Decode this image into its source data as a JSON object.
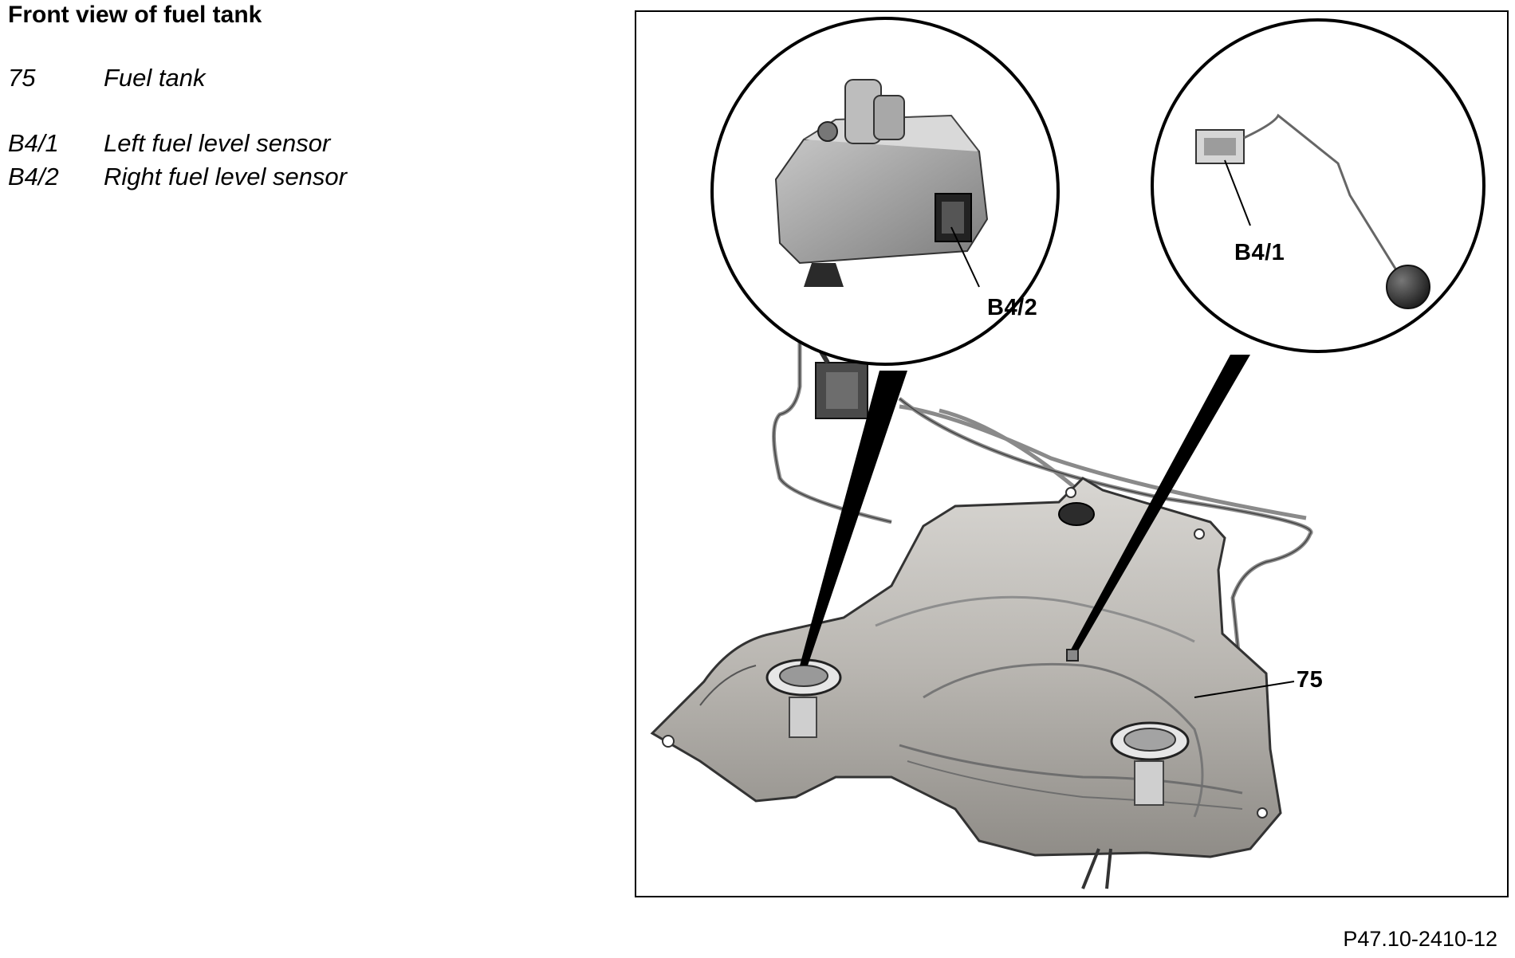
{
  "title": "Front view of fuel tank",
  "legend": [
    {
      "code": "75",
      "label": "Fuel tank"
    },
    {
      "code": "B4/1",
      "label": "Left fuel level sensor"
    },
    {
      "code": "B4/2",
      "label": "Right fuel level sensor"
    }
  ],
  "callouts": {
    "b42": "B4/2",
    "b41": "B4/1",
    "tank": "75"
  },
  "figure_id": "P47.10-2410-12"
}
